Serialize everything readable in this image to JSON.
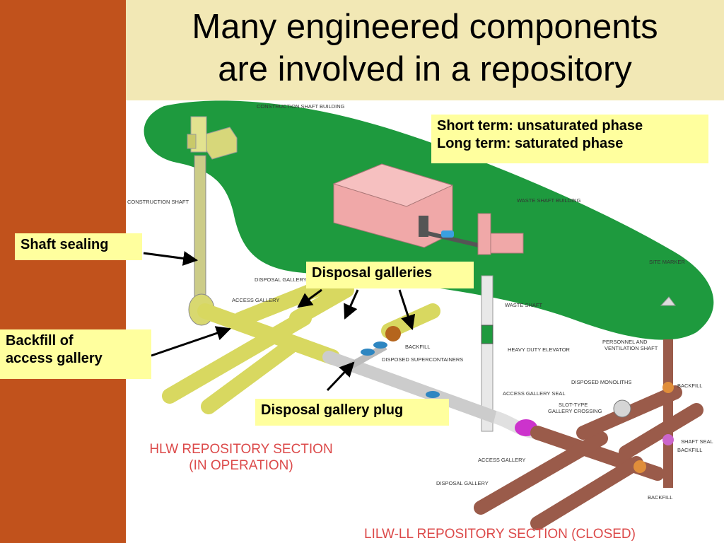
{
  "title": {
    "line1": "Many engineered components",
    "line2": "are involved in a repository"
  },
  "callouts": {
    "phases": {
      "line1": "Short term: unsaturated phase",
      "line2": "Long term: saturated phase"
    },
    "shaft_sealing": "Shaft sealing",
    "disposal_galleries": "Disposal galleries",
    "backfill_access_gallery": {
      "line1": "Backfill of",
      "line2": "access gallery"
    },
    "disposal_gallery_plug": "Disposal gallery plug"
  },
  "diagram_labels": {
    "construction_shaft_building": "CONSTRUCTION SHAFT BUILDING",
    "construction_shaft": "CONSTRUCTION SHAFT",
    "waste_shaft_building": "WASTE SHAFT BUILDING",
    "site_marker": "SITE MARKER",
    "disposal_gallery_top": "DISPOSAL GALLERY",
    "access_gallery_top": "ACCESS GALLERY",
    "waste_shaft": "WASTE SHAFT",
    "heavy_duty_elevator": "HEAVY DUTY ELEVATOR",
    "backfill_hlw": "BACKFILL",
    "disposed_supercontainers": "DISPOSED SUPERCONTAINERS",
    "personnel_ventilation_1": "PERSONNEL AND",
    "personnel_ventilation_2": "VENTILATION SHAFT",
    "backfill_shaft": "BACKFILL",
    "disposed_monoliths": "DISPOSED MONOLITHS",
    "access_gallery_seal": "ACCESS GALLERY SEAL",
    "slot_type_1": "SLOT-TYPE",
    "slot_type_2": "GALLERY CROSSING",
    "shaft_seal": "SHAFT SEAL",
    "backfill_lower": "BACKFILL",
    "access_gallery_bottom": "ACCESS GALLERY",
    "disposal_gallery_bottom": "DISPOSAL GALLERY",
    "backfill_bottom": "BACKFILL"
  },
  "section_labels": {
    "hlw_line1": "HLW REPOSITORY SECTION",
    "hlw_line2": "(IN OPERATION)",
    "lilw": "LILW-LL REPOSITORY SECTION (CLOSED)"
  },
  "colors": {
    "left_bar": "#c1521c",
    "title_band": "#f2e8b5",
    "ground": "#1e9a3e",
    "hlw_tunnels": "#d8d860",
    "lilw_tunnels": "#9a5b4a",
    "callout_fill": "#ffff9e",
    "section_label": "#dc4a4a"
  }
}
